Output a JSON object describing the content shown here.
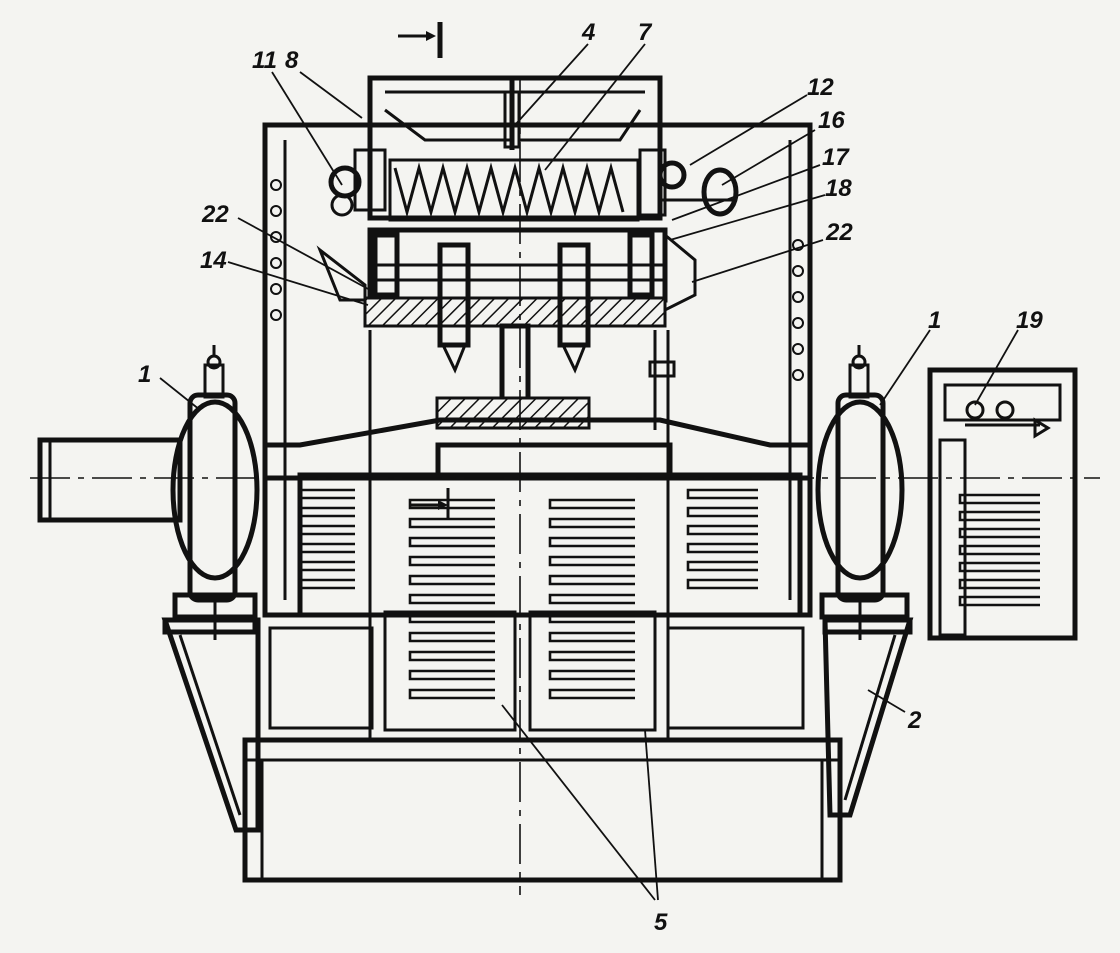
{
  "diagram": {
    "section_marker": "I",
    "callouts": [
      "1",
      "1",
      "2",
      "4",
      "5",
      "7",
      "8",
      "11",
      "12",
      "14",
      "16",
      "17",
      "18",
      "19",
      "22",
      "22"
    ]
  },
  "colors": {
    "ink": "#111111",
    "paper": "#f4f4f1",
    "hatch": "#111111"
  }
}
